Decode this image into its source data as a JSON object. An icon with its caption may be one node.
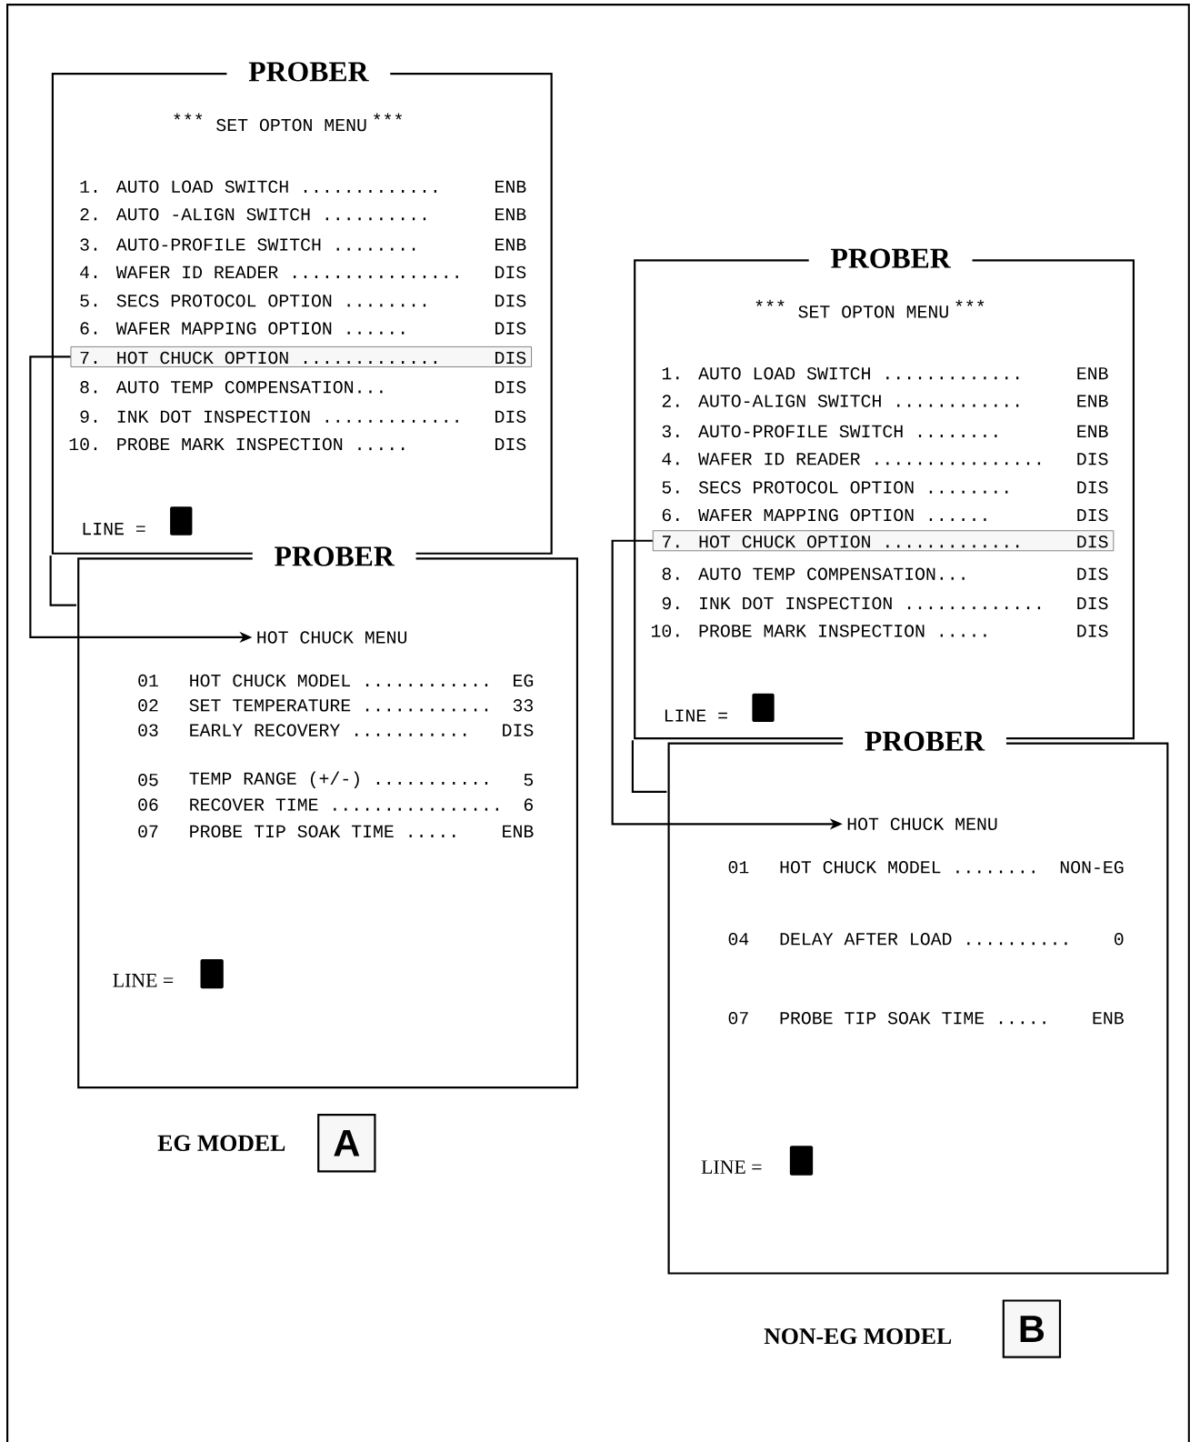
{
  "diagram": {
    "nodes": [
      {
        "text": [
          "PROBER",
          "***",
          "SET OPTON MENU",
          "***",
          "1.",
          "AUTO LOAD SWITCH .............",
          "ENB",
          "2.",
          "AUTO -ALIGN SWITCH ..........",
          "ENB",
          "3.",
          "AUTO-PROFILE SWITCH ........",
          "ENB",
          "4.",
          "WAFER ID READER ................",
          "DIS",
          "5.",
          "SECS PROTOCOL OPTION ........",
          "DIS",
          "6.",
          "WAFER MAPPING OPTION ......",
          "DIS",
          "8.",
          "AUTO TEMP COMPENSATION...",
          "DIS",
          "9.",
          "INK DOT INSPECTION .............",
          "DIS",
          "10.",
          "PROBE MARK INSPECTION .....",
          "DIS",
          "LINE ="
        ]
      },
      {
        "text": [
          "7.",
          "HOT CHUCK OPTION .............",
          "DIS"
        ],
        "in": 0
      },
      {
        "text": [
          "PROBER",
          "01",
          "HOT CHUCK MODEL ............",
          "EG",
          "02",
          "SET TEMPERATURE ............",
          "33",
          "03",
          "EARLY RECOVERY ...........",
          "DIS",
          "05",
          "TEMP RANGE (+/-) ...........",
          "5",
          "06",
          "RECOVER TIME ................",
          "6",
          "07",
          "PROBE TIP SOAK TIME .....",
          "ENB",
          "LINE ="
        ]
      },
      {
        "text": [
          "HOT CHUCK MENU"
        ],
        "in": 2
      },
      {
        "text": [
          "PROBER",
          "***",
          "SET OPTON MENU",
          "***",
          "1.",
          "AUTO LOAD SWITCH .............",
          "ENB",
          "2.",
          "AUTO-ALIGN SWITCH ............",
          "ENB",
          "3.",
          "AUTO-PROFILE SWITCH ........",
          "ENB",
          "4.",
          "WAFER ID READER ................",
          "DIS",
          "5.",
          "SECS PROTOCOL OPTION ........",
          "DIS",
          "6.",
          "WAFER MAPPING OPTION ......",
          "DIS",
          "8.",
          "AUTO TEMP COMPENSATION...",
          "DIS",
          "9.",
          "INK DOT INSPECTION .............",
          "DIS",
          "10.",
          "PROBE MARK INSPECTION .....",
          "DIS",
          "LINE ="
        ]
      },
      {
        "text": [
          "7.",
          "HOT CHUCK OPTION .............",
          "DIS"
        ],
        "in": 4
      },
      {
        "text": [
          "PROBER",
          "01",
          "HOT CHUCK MODEL ........",
          "NON-EG",
          "04",
          "DELAY AFTER LOAD ..........",
          "0",
          "07",
          "PROBE TIP SOAK TIME .....",
          "ENB",
          "LINE ="
        ]
      },
      {
        "text": [
          "HOT CHUCK MENU"
        ],
        "in": 6
      },
      {
        "text": [
          "A"
        ],
        "beside": [
          "EG MODEL"
        ]
      },
      {
        "text": [
          "B"
        ],
        "beside": [
          "NON-EG MODEL"
        ]
      }
    ],
    "edges": [
      {
        "from": 1,
        "to": 3,
        "arrow": "to"
      },
      {
        "from": 5,
        "to": 7,
        "arrow": "to"
      }
    ]
  }
}
